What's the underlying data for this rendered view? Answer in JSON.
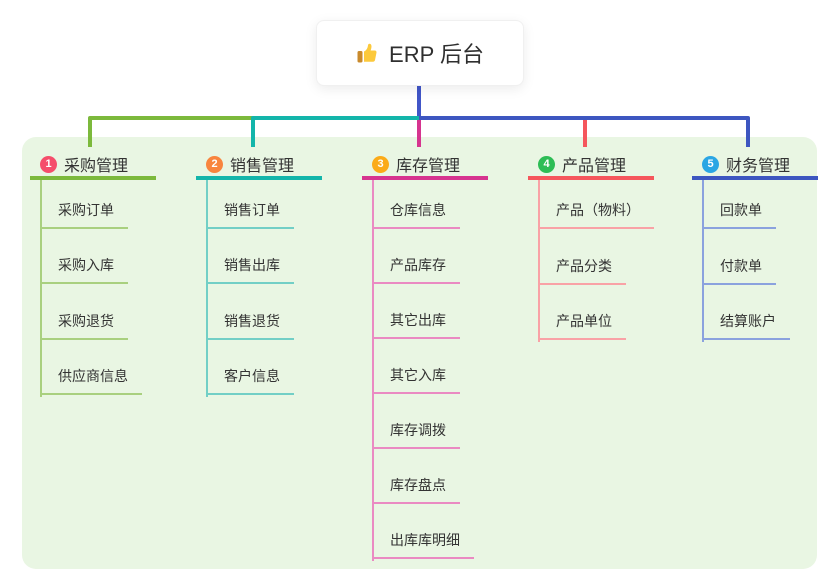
{
  "root": {
    "title": "ERP 后台",
    "icon": "thumbs-up-icon"
  },
  "canvas": {
    "background": "#ffffff",
    "panel_background": "#e9f6e3",
    "root_connector_color": "#4156c8",
    "text_color": "#333333"
  },
  "columns": [
    {
      "number": "1",
      "title": "采购管理",
      "badge_color": "#f54e6b",
      "line_color": "#7cb93c",
      "child_line_color": "#a9d07f",
      "items": [
        "采购订单",
        "采购入库",
        "采购退货",
        "供应商信息"
      ]
    },
    {
      "number": "2",
      "title": "销售管理",
      "badge_color": "#f8853e",
      "line_color": "#13b5aa",
      "child_line_color": "#72cfc6",
      "items": [
        "销售订单",
        "销售出库",
        "销售退货",
        "客户信息"
      ]
    },
    {
      "number": "3",
      "title": "库存管理",
      "badge_color": "#fbab18",
      "line_color": "#d6348f",
      "child_line_color": "#ea8ac2",
      "items": [
        "仓库信息",
        "产品库存",
        "其它出库",
        "其它入库",
        "库存调拨",
        "库存盘点",
        "出库库明细"
      ]
    },
    {
      "number": "4",
      "title": "产品管理",
      "badge_color": "#2dbd55",
      "line_color": "#f5565c",
      "child_line_color": "#f9a2a6",
      "items": [
        "产品（物料）",
        "产品分类",
        "产品单位"
      ]
    },
    {
      "number": "5",
      "title": "财务管理",
      "badge_color": "#2aa6e4",
      "line_color": "#3d56c0",
      "child_line_color": "#8ba2de",
      "items": [
        "回款单",
        "付款单",
        "结算账户"
      ]
    }
  ]
}
